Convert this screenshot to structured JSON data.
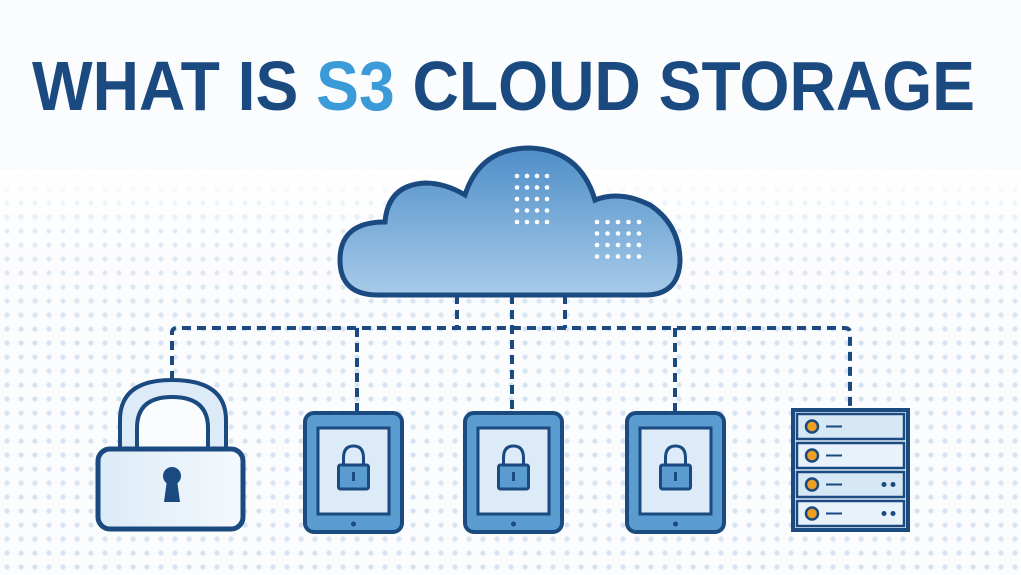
{
  "title": {
    "part1": "WHAT IS ",
    "highlight": "S3",
    "part2": " CLOUD STORAGE"
  },
  "colors": {
    "navy": "#1a4a80",
    "accent": "#3b9ad8",
    "fill_light": "#dcebf7",
    "fill_mid": "#5a9bd0",
    "orange": "#f0a020"
  },
  "diagram": {
    "center": "cloud-icon",
    "nodes": [
      "padlock-icon",
      "tablet-lock-icon",
      "tablet-lock-icon",
      "tablet-lock-icon",
      "server-rack-icon"
    ]
  }
}
